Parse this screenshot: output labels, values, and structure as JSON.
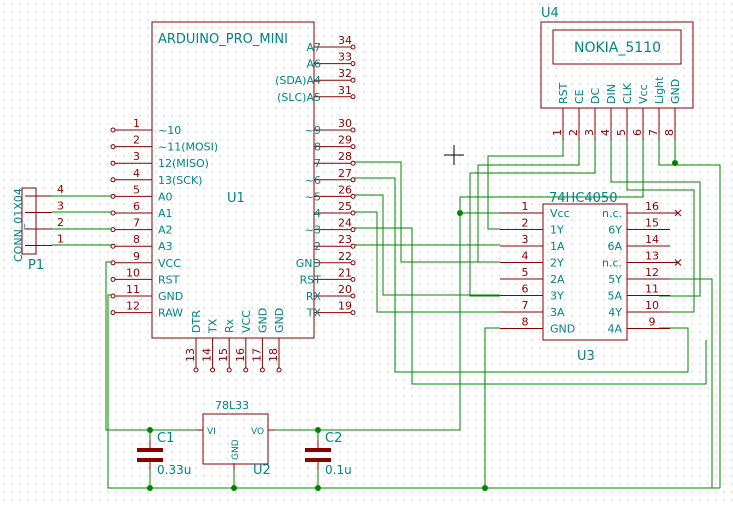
{
  "components": {
    "arduino": {
      "ref": "U1",
      "value": "ARDUINO_PRO_MINI",
      "left_pins": [
        {
          "num": "1",
          "label": "~10"
        },
        {
          "num": "2",
          "label": "~11(MOSI)"
        },
        {
          "num": "3",
          "label": "12(MISO)"
        },
        {
          "num": "4",
          "label": "13(SCK)"
        },
        {
          "num": "5",
          "label": "A0"
        },
        {
          "num": "6",
          "label": "A1"
        },
        {
          "num": "7",
          "label": "A2"
        },
        {
          "num": "8",
          "label": "A3"
        },
        {
          "num": "9",
          "label": "VCC"
        },
        {
          "num": "10",
          "label": "RST"
        },
        {
          "num": "11",
          "label": "GND"
        },
        {
          "num": "12",
          "label": "RAW"
        }
      ],
      "right_top_pins": [
        {
          "num": "34",
          "label": "A7"
        },
        {
          "num": "33",
          "label": "A6"
        },
        {
          "num": "32",
          "label": "(SDA)A4"
        },
        {
          "num": "31",
          "label": "(SLC)A5"
        }
      ],
      "right_pins": [
        {
          "num": "30",
          "label": "~9"
        },
        {
          "num": "29",
          "label": "8"
        },
        {
          "num": "28",
          "label": "7"
        },
        {
          "num": "27",
          "label": "~6"
        },
        {
          "num": "26",
          "label": "~5"
        },
        {
          "num": "25",
          "label": "4"
        },
        {
          "num": "24",
          "label": "~3"
        },
        {
          "num": "23",
          "label": "2"
        },
        {
          "num": "22",
          "label": "GND"
        },
        {
          "num": "21",
          "label": "RST"
        },
        {
          "num": "20",
          "label": "RX"
        },
        {
          "num": "19",
          "label": "TX"
        }
      ],
      "bottom_pins": [
        {
          "num": "13",
          "label": "DTR"
        },
        {
          "num": "14",
          "label": "TX"
        },
        {
          "num": "15",
          "label": "Rx"
        },
        {
          "num": "16",
          "label": "VCC"
        },
        {
          "num": "17",
          "label": "GND"
        },
        {
          "num": "18",
          "label": "GND"
        }
      ]
    },
    "nokia": {
      "ref": "U4",
      "value": "NOKIA_5110",
      "pins": [
        {
          "num": "1",
          "label": "RST"
        },
        {
          "num": "2",
          "label": "CE"
        },
        {
          "num": "3",
          "label": "DC"
        },
        {
          "num": "4",
          "label": "DIN"
        },
        {
          "num": "5",
          "label": "CLK"
        },
        {
          "num": "6",
          "label": "Vcc"
        },
        {
          "num": "7",
          "label": "Light"
        },
        {
          "num": "8",
          "label": "GND"
        }
      ]
    },
    "mux": {
      "ref": "U3",
      "value": "74HC4050",
      "left_pins": [
        {
          "num": "1",
          "label": "Vcc"
        },
        {
          "num": "2",
          "label": "1Y"
        },
        {
          "num": "3",
          "label": "1A"
        },
        {
          "num": "4",
          "label": "2Y"
        },
        {
          "num": "5",
          "label": "2A"
        },
        {
          "num": "6",
          "label": "3Y"
        },
        {
          "num": "7",
          "label": "3A"
        },
        {
          "num": "8",
          "label": "GND"
        }
      ],
      "right_pins": [
        {
          "num": "16",
          "label": "n.c."
        },
        {
          "num": "15",
          "label": "6Y"
        },
        {
          "num": "14",
          "label": "6A"
        },
        {
          "num": "13",
          "label": "n.c."
        },
        {
          "num": "12",
          "label": "5Y"
        },
        {
          "num": "11",
          "label": "5A"
        },
        {
          "num": "10",
          "label": "4Y"
        },
        {
          "num": "9",
          "label": "4A"
        }
      ]
    },
    "connector": {
      "ref": "P1",
      "value": "CONN_01X04",
      "pins": [
        {
          "num": "4"
        },
        {
          "num": "3"
        },
        {
          "num": "2"
        },
        {
          "num": "1"
        }
      ]
    },
    "regulator": {
      "ref": "U2",
      "value": "78L33",
      "vi": "VI",
      "vo": "VO",
      "gnd": "GND"
    },
    "c1": {
      "ref": "C1",
      "value": "0.33u"
    },
    "c2": {
      "ref": "C2",
      "value": "0.1u"
    }
  },
  "colors": {
    "component": "#880000",
    "label": "#008484",
    "wire": "#008400"
  }
}
